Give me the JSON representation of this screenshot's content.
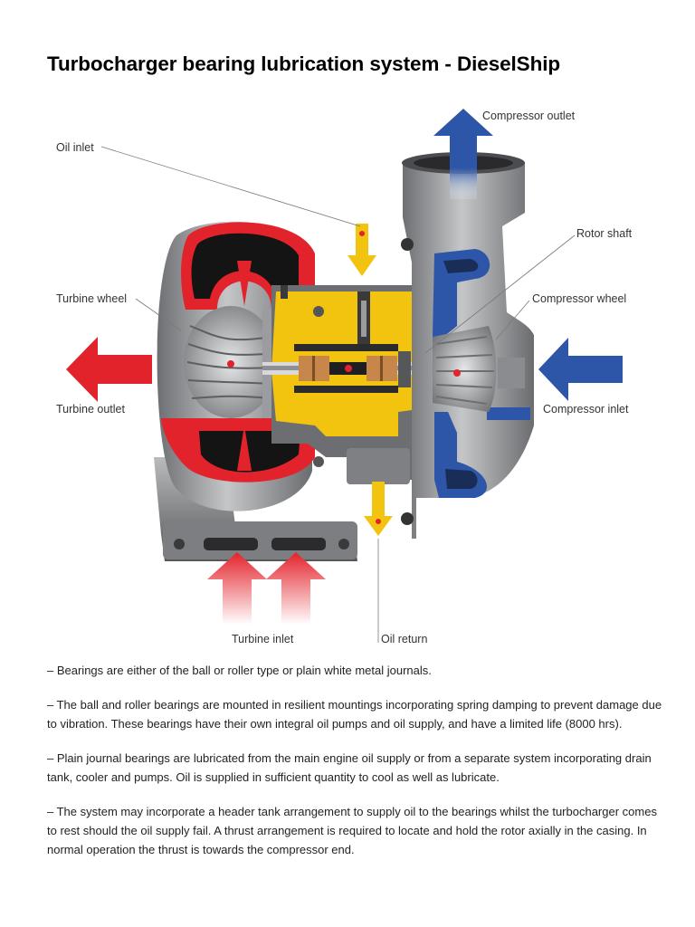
{
  "page": {
    "title": "Turbocharger bearing lubrication system - DieselShip"
  },
  "figure": {
    "labels": {
      "compressor_outlet": "Compressor outlet",
      "oil_inlet": "Oil inlet",
      "rotor_shaft": "Rotor shaft",
      "turbine_wheel": "Turbine wheel",
      "compressor_wheel": "Compressor wheel",
      "turbine_outlet": "Turbine outlet",
      "compressor_inlet": "Compressor inlet",
      "turbine_inlet": "Turbine inlet",
      "oil_return": "Oil return"
    },
    "colors": {
      "turbine_hot": "#e3232b",
      "compressor_cold": "#2d55a8",
      "oil": "#f2c40f",
      "casing": "#8a8c8f"
    }
  },
  "paragraphs": [
    "– Bearings are either of the ball or roller type or plain white metal journals.",
    "– The ball and roller bearings are mounted in resilient mountings incorporating spring damping to prevent damage due to vibration. These bearings have their own integral oil pumps and oil supply, and have a limited life (8000 hrs).",
    "– Plain journal bearings are lubricated from the main engine oil supply or from a separate system incorporating drain tank, cooler and pumps. Oil is supplied in sufficient quantity to cool as well as lubricate.",
    "– The system may incorporate a header tank arrangement to supply oil to the bearings whilst the turbocharger comes to rest should the oil supply fail. A thrust arrangement is required to locate and hold the rotor axially in the casing. In normal operation the thrust is towards the compressor end."
  ]
}
